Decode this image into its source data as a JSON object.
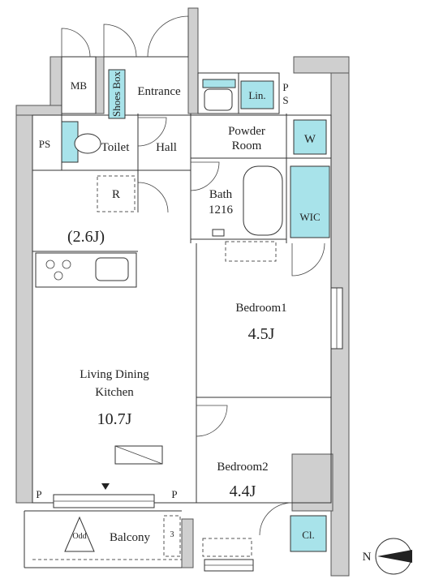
{
  "rooms": {
    "mb": "MB",
    "shoes_box": "Shoes Box",
    "entrance": "Entrance",
    "lin": "Lin.",
    "ps_top_p": "P",
    "ps_top_s": "S",
    "ps_left": "PS",
    "toilet": "Toilet",
    "hall": "Hall",
    "powder_line1": "Powder",
    "powder_line2": "Room",
    "w": "W",
    "r": "R",
    "bath_line1": "Bath",
    "bath_line2": "1216",
    "wic": "WIC",
    "kitchen_area": "(2.6J)",
    "bedroom1": "Bedroom1",
    "bedroom1_area": "4.5J",
    "ldk_line1": "Living Dining",
    "ldk_line2": "Kitchen",
    "ldk_area": "10.7J",
    "bedroom2": "Bedroom2",
    "bedroom2_area": "4.4J",
    "p_left": "P",
    "p_right": "P",
    "balcony": "Balcony",
    "odd": "Odd",
    "three_l": "3",
    "cl": "Cl.",
    "north": "N"
  },
  "colors": {
    "wall": "#cfcfcf",
    "fixture_accent": "#a8e3ea"
  }
}
